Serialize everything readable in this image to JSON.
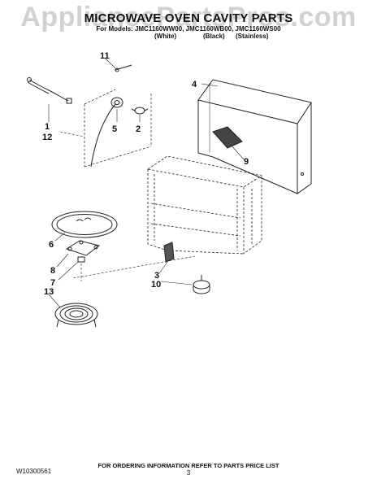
{
  "watermark": "AppliancePartsPros.com",
  "header": {
    "title": "MICROWAVE OVEN CAVITY PARTS",
    "models_line": "For Models: JMC1160WW00, JMC1160WB00, JMC1160WS00",
    "variants": [
      "(White)",
      "(Black)",
      "(Stainless)"
    ]
  },
  "callouts": [
    "11",
    "4",
    "1",
    "12",
    "5",
    "2",
    "9",
    "6",
    "8",
    "7",
    "13",
    "3",
    "10"
  ],
  "footer": {
    "doc_number": "W10300561",
    "ordering_info": "FOR ORDERING INFORMATION REFER TO PARTS PRICE LIST",
    "page_number": "3"
  }
}
